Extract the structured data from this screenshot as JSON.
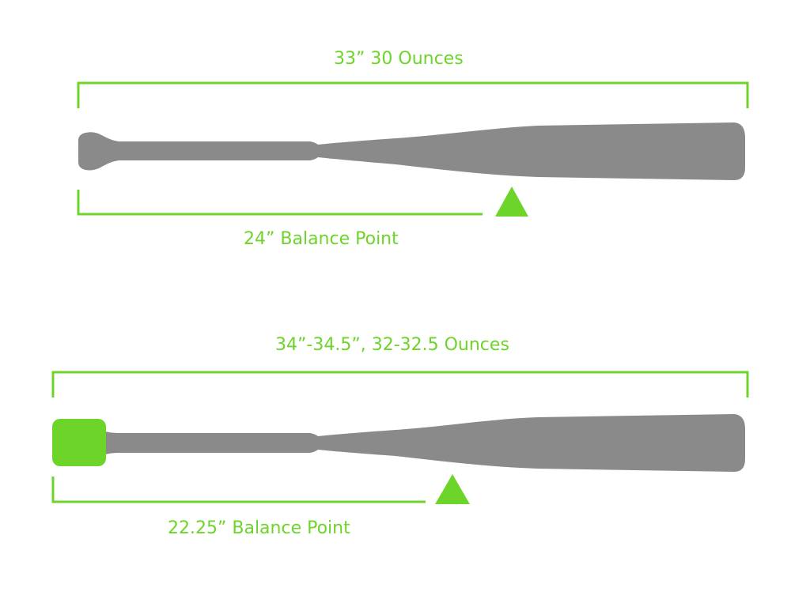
{
  "colors": {
    "accent": "#6dd42a",
    "bat": "#8a8a8a"
  },
  "bats": [
    {
      "length_weight_label": "33” 30 Ounces",
      "balance_label": "24” Balance Point",
      "knob_style": "standard"
    },
    {
      "length_weight_label": "34”-34.5”, 32-32.5 Ounces",
      "balance_label": "22.25” Balance Point",
      "knob_style": "weighted-knob"
    }
  ]
}
